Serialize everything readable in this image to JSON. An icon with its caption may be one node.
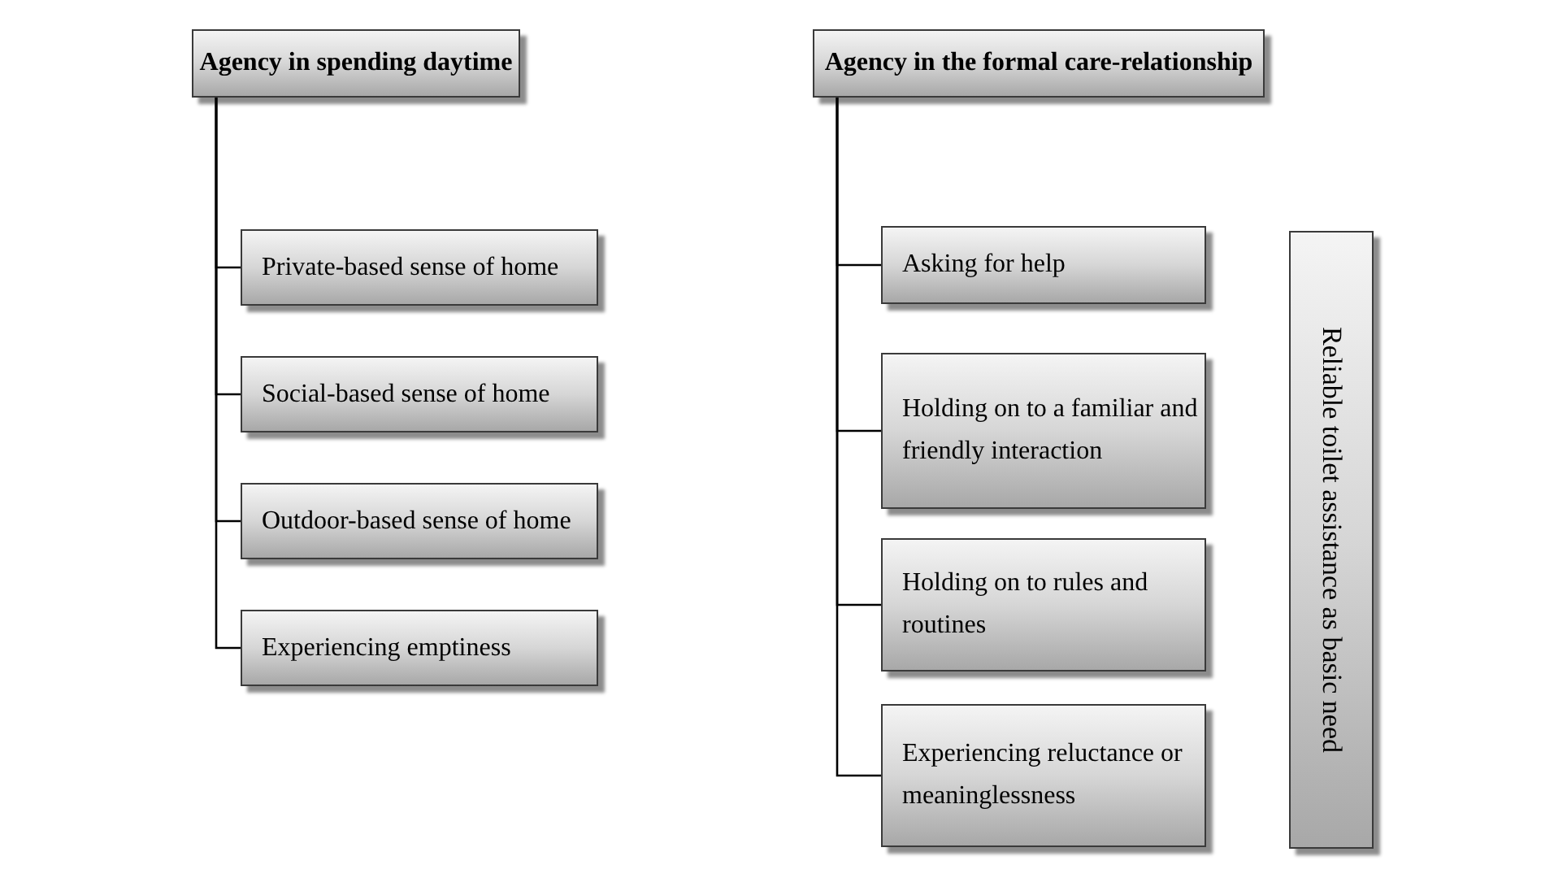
{
  "diagram": {
    "nodes": [
      {
        "text": [
          "Agency in spending daytime"
        ]
      },
      {
        "text": [
          "Private-based sense of home"
        ]
      },
      {
        "text": [
          "Social-based sense of home"
        ]
      },
      {
        "text": [
          "Outdoor-based sense of home"
        ]
      },
      {
        "text": [
          "Experiencing emptiness"
        ]
      },
      {
        "text": [
          "Agency in the formal care-relationship"
        ]
      },
      {
        "text": [
          "Asking for help"
        ]
      },
      {
        "text": [
          "Holding on to a familiar and friendly interaction"
        ]
      },
      {
        "text": [
          "Holding on to rules and routines"
        ]
      },
      {
        "text": [
          "Experiencing reluctance or meaninglessness"
        ]
      },
      {
        "text": [
          "Reliable toilet assistance as basic need"
        ]
      }
    ],
    "edges": [
      {
        "from": 0,
        "to": 1,
        "arrow": "none"
      },
      {
        "from": 0,
        "to": 2,
        "arrow": "none"
      },
      {
        "from": 0,
        "to": 3,
        "arrow": "none"
      },
      {
        "from": 0,
        "to": 4,
        "arrow": "none"
      },
      {
        "from": 5,
        "to": 6,
        "arrow": "none"
      },
      {
        "from": 5,
        "to": 7,
        "arrow": "none"
      },
      {
        "from": 5,
        "to": 8,
        "arrow": "none"
      },
      {
        "from": 5,
        "to": 9,
        "arrow": "none"
      }
    ]
  }
}
